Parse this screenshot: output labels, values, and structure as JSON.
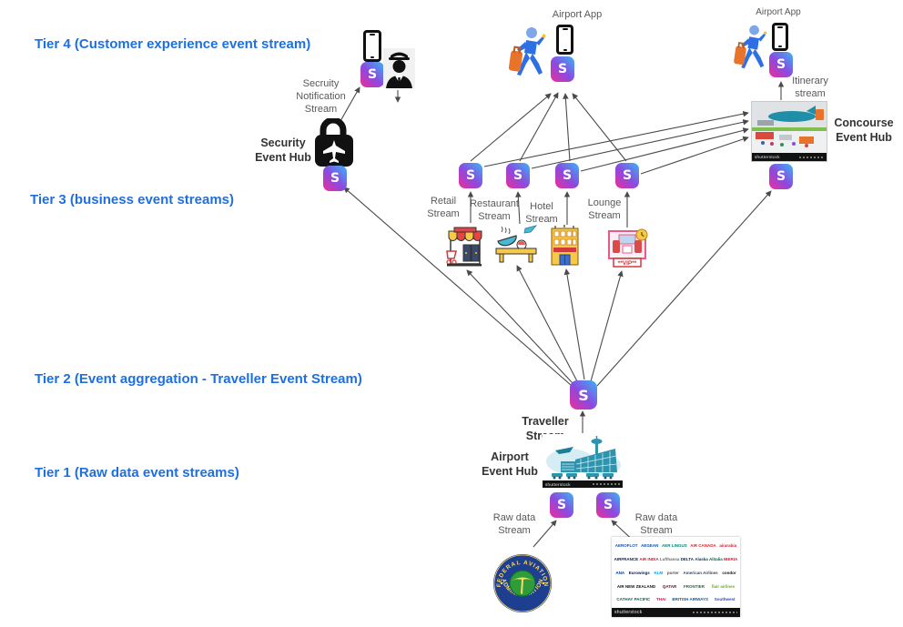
{
  "colors": {
    "tier_label_blue": "#1e6fe1",
    "muted_text": "#595959",
    "dark_label": "#333333",
    "arrow": "#4a4a4a",
    "stream_gradient": [
      "#38b6f6",
      "#8a4ae0",
      "#ef2d9a"
    ],
    "traveller_blue": "#2f6fe4",
    "suitcase_orange": "#e8732a",
    "faa_navy": "#1e3f8f",
    "faa_green": "#2e9c3a",
    "faa_gold": "#ffd95e"
  },
  "tiers": {
    "tier4": "Tier 4 (Customer experience event stream)",
    "tier3": "Tier 3 (business event streams)",
    "tier2": "Tier 2 (Event aggregation - Traveller Event Stream)",
    "tier1": "Tier 1 (Raw  data event streams)"
  },
  "labels": {
    "security_notification_stream": "Secruity\nNotification\nStream",
    "security_event_hub": "Security\nEvent Hub",
    "airport_app_center": "Airport App",
    "airport_app_right": "Airport App",
    "itinerary_stream": "Itinerary\nstream",
    "concourse_event_hub": "Concourse\nEvent Hub",
    "retail_stream": "Retail\nStream",
    "restaurant_stream": "Restaurant\nStream",
    "hotel_stream": "Hotel\nStream",
    "lounge_stream": "Lounge\nStream",
    "traveller_stream": "Traveller\nStream",
    "airport_event_hub": "Airport\nEvent Hub",
    "raw_data_stream_left": "Raw data\nStream",
    "raw_data_stream_right": "Raw data\nStream"
  },
  "icons": {
    "stream_glyph": "S",
    "vip_text": "**VIP**",
    "faa_text_top": "FEDERAL AVIATION",
    "faa_text_bottom": "ADMINISTRATION"
  },
  "images": {
    "concourse_watermark": "shutterstock",
    "airport_watermark": "shutterstock",
    "airlines_watermark": "shutterstock",
    "airlines": [
      {
        "name": "AEROFLOT",
        "color": "#1b4f9e"
      },
      {
        "name": "AEGEAN",
        "color": "#0c4da2"
      },
      {
        "name": "AER LINGUS",
        "color": "#008373"
      },
      {
        "name": "AIR CANADA",
        "color": "#d22630"
      },
      {
        "name": "airarabia",
        "color": "#d01f2f"
      },
      {
        "name": "AIRFRANCE",
        "color": "#002157"
      },
      {
        "name": "AIR INDIA",
        "color": "#d3202f"
      },
      {
        "name": "Lufthansa",
        "color": "#6b6b6b"
      },
      {
        "name": "DELTA",
        "color": "#003268"
      },
      {
        "name": "Alaska",
        "color": "#01426a"
      },
      {
        "name": "Alitalia",
        "color": "#006643"
      },
      {
        "name": "IBERIA",
        "color": "#d7192d"
      },
      {
        "name": "ANA",
        "color": "#003b8a"
      },
      {
        "name": "Eurowings",
        "color": "#0b1560"
      },
      {
        "name": "KLM",
        "color": "#00a1de"
      },
      {
        "name": "porter",
        "color": "#555555"
      },
      {
        "name": "American Airlines",
        "color": "#36495a"
      },
      {
        "name": "condor",
        "color": "#111111"
      },
      {
        "name": "AIR NEW ZEALAND",
        "color": "#111111"
      },
      {
        "name": "QATAR",
        "color": "#5c0d34"
      },
      {
        "name": "FRONTIER",
        "color": "#1f6b3a"
      },
      {
        "name": "flair airlines",
        "color": "#6ab023"
      },
      {
        "name": "CATHAY PACIFIC",
        "color": "#00645a"
      },
      {
        "name": "THAI",
        "color": "#d31145"
      },
      {
        "name": "BRITISH AIRWAYS",
        "color": "#075aaa"
      },
      {
        "name": "Southwest",
        "color": "#304cb2"
      }
    ]
  }
}
